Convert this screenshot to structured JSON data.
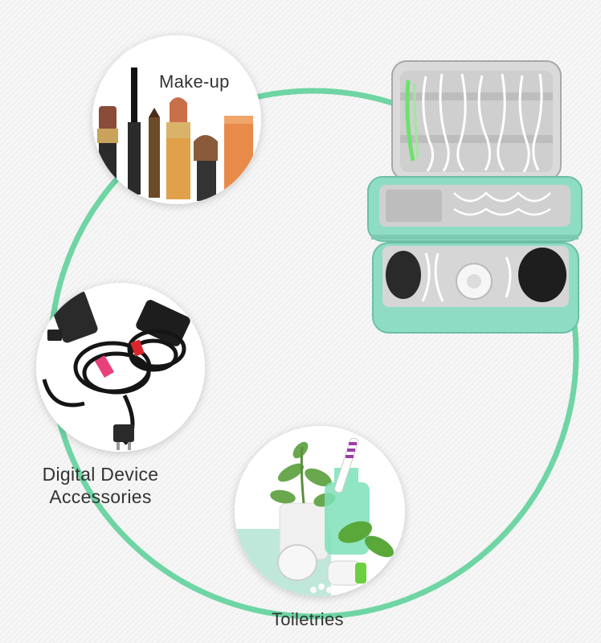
{
  "categories": [
    {
      "id": "makeup",
      "label": "Make-up",
      "icon": "makeup-icon"
    },
    {
      "id": "digital",
      "label_lines": [
        "Digital Device",
        "Accessories"
      ],
      "icon": "cable-icon"
    },
    {
      "id": "toiletries",
      "label": "Toiletries",
      "icon": "toiletries-icon"
    }
  ],
  "colors": {
    "ring": "#6fd5a4",
    "bag_mint": "#8fdcc5",
    "bag_lining": "#c9c9c9",
    "background": "#f4f4f4"
  }
}
